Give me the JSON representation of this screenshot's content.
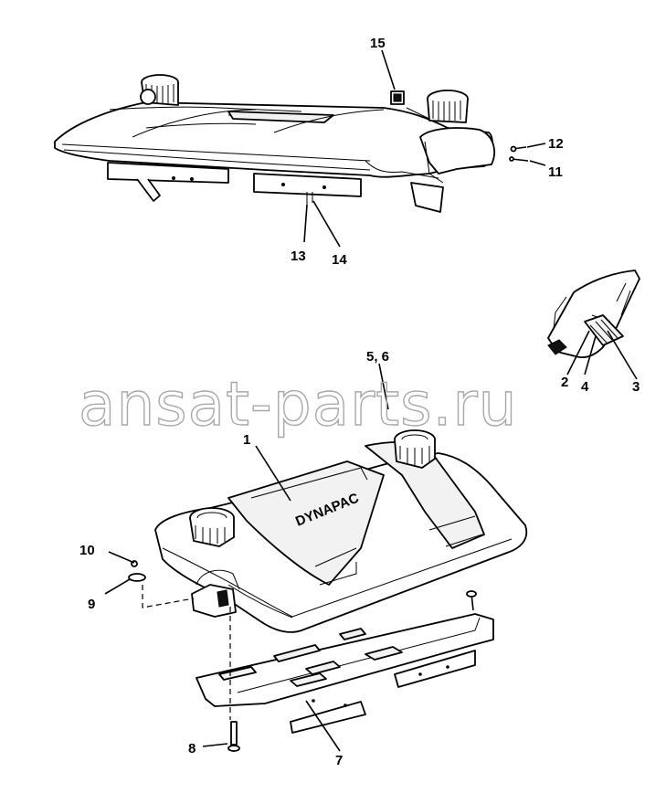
{
  "watermark": "ansat-parts.ru",
  "brand_label": "DYNAPAC",
  "callouts": [
    {
      "id": "c1",
      "text": "1"
    },
    {
      "id": "c2",
      "text": "2"
    },
    {
      "id": "c3",
      "text": "3"
    },
    {
      "id": "c4",
      "text": "4"
    },
    {
      "id": "c56",
      "text": "5, 6"
    },
    {
      "id": "c7",
      "text": "7"
    },
    {
      "id": "c8",
      "text": "8"
    },
    {
      "id": "c9",
      "text": "9"
    },
    {
      "id": "c10",
      "text": "10"
    },
    {
      "id": "c11",
      "text": "11"
    },
    {
      "id": "c12",
      "text": "12"
    },
    {
      "id": "c13",
      "text": "13"
    },
    {
      "id": "c14",
      "text": "14"
    },
    {
      "id": "c15",
      "text": "15"
    }
  ]
}
